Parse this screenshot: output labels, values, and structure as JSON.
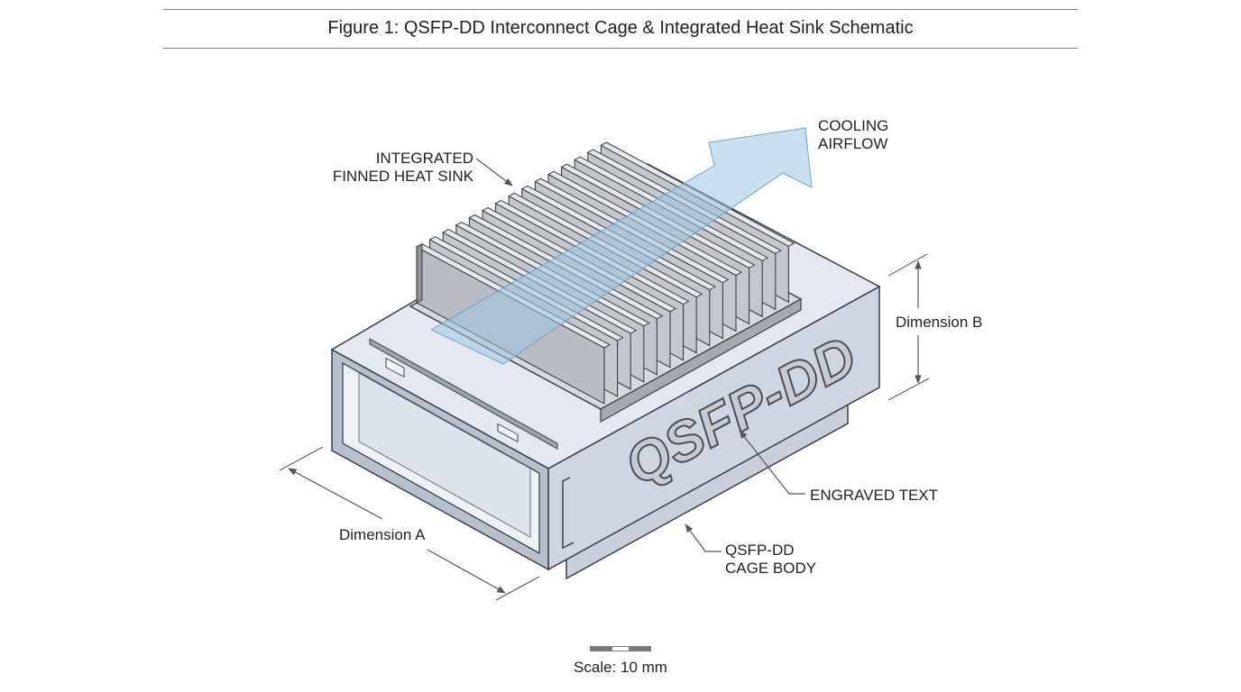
{
  "figure": {
    "caption": "Figure 1: QSFP-DD Interconnect Cage & Integrated Heat Sink Schematic"
  },
  "labels": {
    "heat_sink": [
      "INTEGRATED",
      "FINNED HEAT SINK"
    ],
    "airflow": [
      "COOLING",
      "AIRFLOW"
    ],
    "dimension_b": "Dimension B",
    "dimension_a": "Dimension A",
    "engraved_text": "ENGRAVED TEXT",
    "cage_body": [
      "QSFP-DD",
      "CAGE BODY"
    ]
  },
  "engraving": "QSFP-DD",
  "scale": {
    "label": "Scale: 10 mm"
  },
  "colors": {
    "cage_top": "#e4e9f1",
    "cage_side": "#cfd6e1",
    "cage_front": "#b7c0cd",
    "fin": "#b9bcc2",
    "fin_side": "#8f9399",
    "airflow": "#9ec6e3",
    "outline": "#3a3f47"
  }
}
